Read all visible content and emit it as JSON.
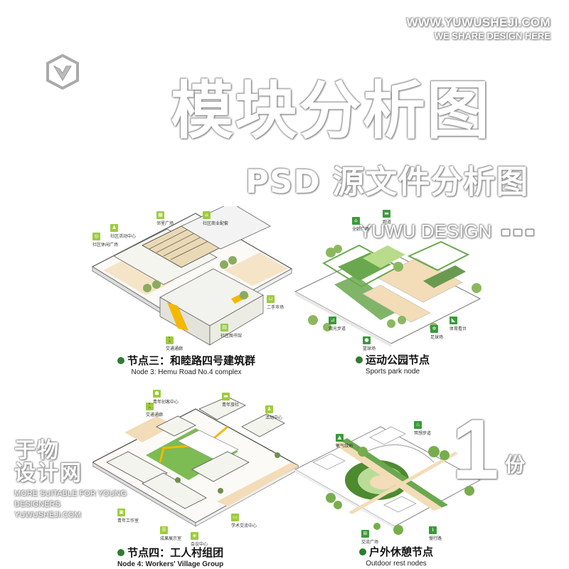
{
  "header": {
    "site_url": "WWW.YUWUSHEJI.COM",
    "site_tagline": "WE SHARE DESIGN HERE",
    "logo_icon": "hexagon-v-logo-icon",
    "title": "模块分析图",
    "subtitle": "PSD 源文件分析图",
    "design_tag": "YUWU DESIGN"
  },
  "nodes": [
    {
      "id": "node3",
      "title_zh": "节点三：和睦路四号建筑群",
      "title_en": "Node 3: Hemu Road No.4 complex",
      "markers": [
        {
          "label": "社区活动中心",
          "icon": "activity-icon"
        },
        {
          "label": "社区休闲广场",
          "icon": "leisure-icon"
        },
        {
          "label": "邻里广场",
          "icon": "plaza-icon"
        },
        {
          "label": "社区商业配套",
          "icon": "commerce-icon"
        },
        {
          "label": "二手市场",
          "icon": "cart-icon"
        },
        {
          "label": "社区图书馆",
          "icon": "library-icon"
        },
        {
          "label": "交通通廊",
          "icon": "pedestrian-icon"
        }
      ]
    },
    {
      "id": "sports",
      "title_zh": "运动公园节点",
      "title_en": "Sports park node",
      "markers": [
        {
          "label": "全龄广场",
          "icon": "plaza-icon"
        },
        {
          "label": "跑道",
          "icon": "track-icon"
        },
        {
          "label": "观光步道",
          "icon": "walk-icon"
        },
        {
          "label": "篮球场",
          "icon": "basketball-icon"
        },
        {
          "label": "足球场",
          "icon": "football-icon"
        },
        {
          "label": "体育看台",
          "icon": "stand-icon"
        }
      ]
    },
    {
      "id": "node4",
      "title_zh": "节点四：工人村组团",
      "title_en": "Node 4: Workers' Village Group",
      "markers": [
        {
          "label": "青年创客中心",
          "icon": "maker-icon"
        },
        {
          "label": "交通通廊",
          "icon": "pedestrian-icon"
        },
        {
          "label": "青年旅社",
          "icon": "hostel-icon"
        },
        {
          "label": "活动中心",
          "icon": "activity-icon"
        },
        {
          "label": "青年工作室",
          "icon": "studio-icon"
        },
        {
          "label": "成果展示室",
          "icon": "exhibit-icon"
        },
        {
          "label": "会议中心",
          "icon": "conference-icon"
        },
        {
          "label": "学术交流中心",
          "icon": "academic-icon"
        }
      ]
    },
    {
      "id": "rest",
      "title_zh": "户外休憩节点",
      "title_en": "Outdoor rest nodes",
      "markers": [
        {
          "label": "氧气绿地",
          "icon": "oxygen-icon"
        },
        {
          "label": "冥想步道",
          "icon": "meditation-icon"
        },
        {
          "label": "交流广场",
          "icon": "exchange-icon"
        },
        {
          "label": "慢行路",
          "icon": "slow-road-icon"
        }
      ]
    }
  ],
  "brand": {
    "line1": "于物",
    "line2": "设计网",
    "en1": "MORE SUITABLE FOR YOUNG",
    "en2": "DESIGNERS",
    "en3": "YUWUSHEJI.COM"
  },
  "count": {
    "number": "1",
    "unit": "份"
  },
  "colors": {
    "accent_green": "#2e7d32",
    "lime": "#9ccc3c",
    "grass": "#6aa84f",
    "sand": "#f3dcb8",
    "yellow": "#f5b800"
  }
}
